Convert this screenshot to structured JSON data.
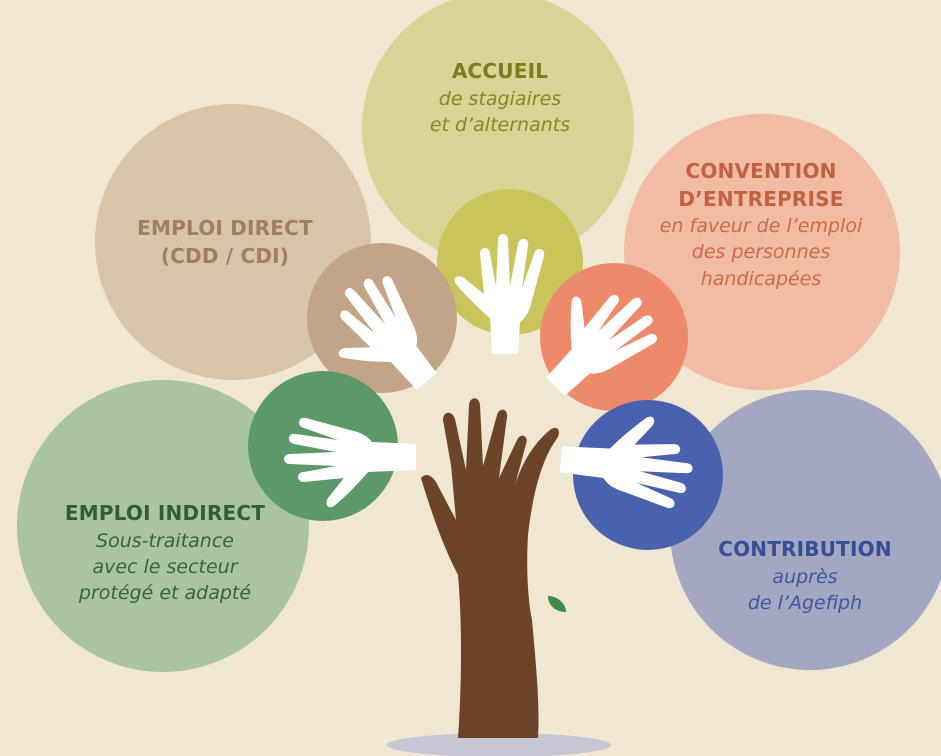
{
  "colors": {
    "background": "#f0e6d2",
    "accueil": "#d8d495",
    "emploi_direct": "#d8c4a9",
    "convention": "#f1bca3",
    "emploi_indirect": "#aac59e",
    "contribution": "#a3a7c2",
    "trunk": "#6b4428",
    "hand": "#ffffff"
  },
  "circles": {
    "accueil": {
      "title": "ACCUEIL",
      "lines": [
        "de stagiaires",
        "et d’alternants"
      ]
    },
    "emploi_direct": {
      "title_lines": [
        "EMPLOI DIRECT",
        "(CDD / CDI)"
      ]
    },
    "convention": {
      "title_lines": [
        "CONVENTION",
        "D’ENTREPRISE"
      ],
      "lines": [
        "en faveur de l’emploi",
        "des personnes",
        "handicapées"
      ]
    },
    "emploi_indirect": {
      "title": "EMPLOI INDIRECT",
      "lines": [
        "Sous-traitance",
        "avec le secteur",
        "protégé et adapté"
      ]
    },
    "contribution": {
      "title": "CONTRIBUTION",
      "lines": [
        "auprès",
        "de l’Agefiph"
      ]
    }
  }
}
